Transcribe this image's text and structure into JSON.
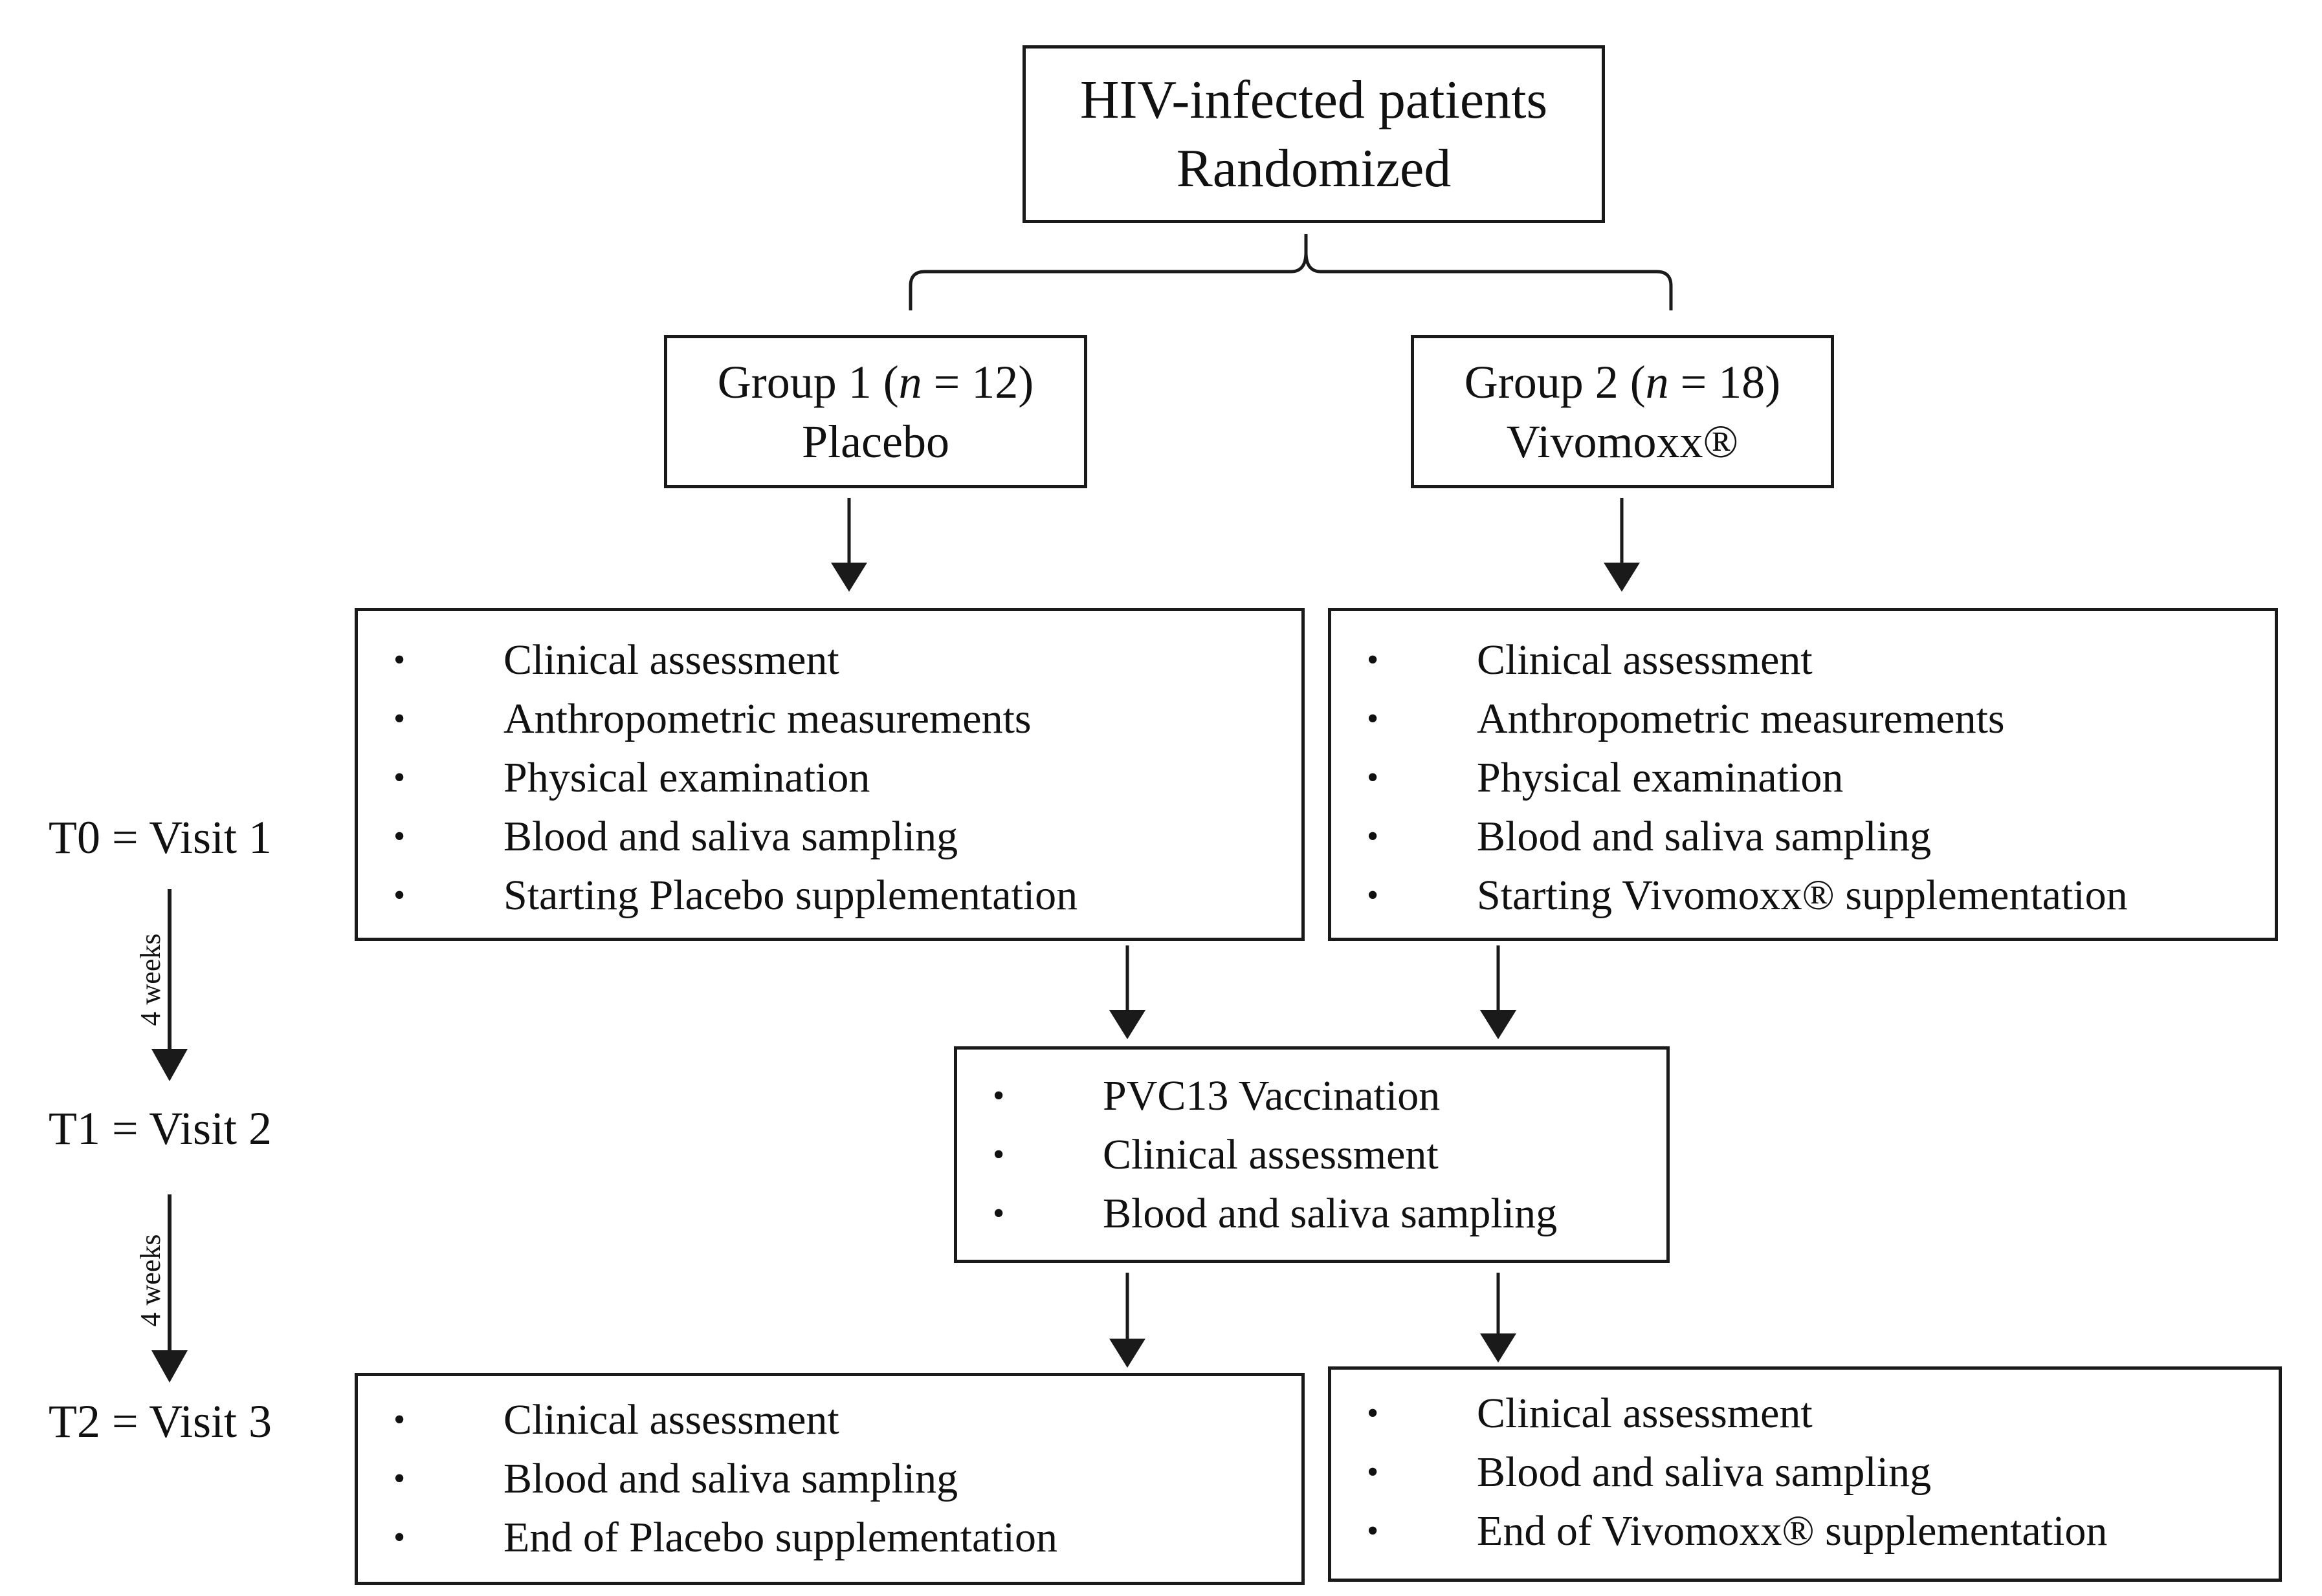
{
  "top_box": {
    "line1": "HIV-infected patients",
    "line2": "Randomized"
  },
  "groups": [
    {
      "prefix": "Group 1 (",
      "n_label": "n",
      "suffix": " = 12)",
      "treatment": "Placebo"
    },
    {
      "prefix": "Group 2 (",
      "n_label": "n",
      "suffix": " = 18)",
      "treatment": "Vivomoxx®"
    }
  ],
  "visits": [
    "T0 = Visit 1",
    "T1 = Visit 2",
    "T2 = Visit 3"
  ],
  "intervals": [
    "4 weeks",
    "4 weeks"
  ],
  "bullet": "•",
  "visit1": {
    "placebo": [
      "Clinical assessment",
      "Anthropometric measurements",
      "Physical examination",
      "Blood and saliva sampling",
      "Starting Placebo supplementation"
    ],
    "vivomoxx": [
      "Clinical assessment",
      "Anthropometric measurements",
      "Physical examination",
      "Blood and saliva sampling",
      "Starting Vivomoxx® supplementation"
    ]
  },
  "visit2": {
    "shared": [
      "PVC13 Vaccination",
      "Clinical assessment",
      "Blood and saliva sampling"
    ]
  },
  "visit3": {
    "placebo": [
      "Clinical assessment",
      "Blood and saliva sampling",
      "End of Placebo supplementation"
    ],
    "vivomoxx": [
      "Clinical assessment",
      "Blood and saliva sampling",
      "End of Vivomoxx® supplementation"
    ]
  }
}
